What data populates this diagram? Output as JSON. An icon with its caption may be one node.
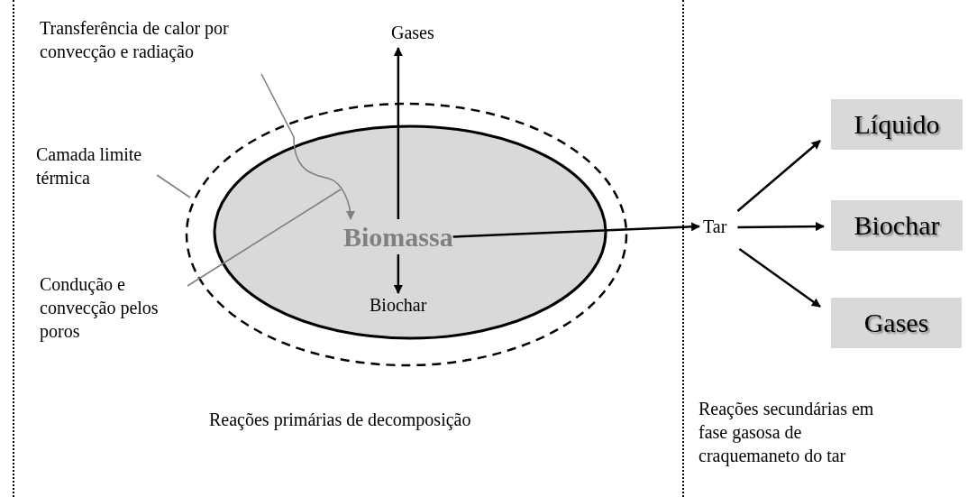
{
  "diagram": {
    "nodes": [
      {
        "text": [],
        "shape": "ellipse"
      },
      {
        "text": [],
        "shape": "ellipse",
        "in": 0
      },
      {
        "text": [
          "Biomassa"
        ],
        "in": 1
      },
      {
        "text": [
          "Gases"
        ]
      },
      {
        "text": [
          "Biochar"
        ],
        "in": 1
      },
      {
        "text": [
          "Transferência de calor por convecção e radiação"
        ]
      },
      {
        "text": [
          "Camada limite térmica"
        ]
      },
      {
        "text": [
          "Condução e convecção pelos poros"
        ]
      },
      {
        "text": [
          "Tar"
        ]
      },
      {
        "text": [
          "Líquido"
        ]
      },
      {
        "text": [
          "Biochar"
        ]
      },
      {
        "text": [
          "Gases"
        ]
      }
    ],
    "edges": [
      {
        "from": 2,
        "to": 3,
        "arrow": "to"
      },
      {
        "from": 2,
        "to": 4,
        "arrow": "to"
      },
      {
        "from": 2,
        "to": 8,
        "arrow": "to"
      },
      {
        "from": 8,
        "to": 9,
        "arrow": "to"
      },
      {
        "from": 8,
        "to": 10,
        "arrow": "to"
      },
      {
        "from": 8,
        "to": 11,
        "arrow": "to"
      },
      {
        "from": 5,
        "to": 2,
        "arrow": "to",
        "color": "#808080"
      },
      {
        "from": 6,
        "to": 0,
        "arrow": "none",
        "color": "#808080"
      },
      {
        "from": 7,
        "to": 1,
        "arrow": "none",
        "color": "#808080"
      }
    ],
    "labels": [
      "Reações primárias de decomposição",
      "Reações secundárias em fase gasosa de craquemaneto do tar"
    ]
  }
}
